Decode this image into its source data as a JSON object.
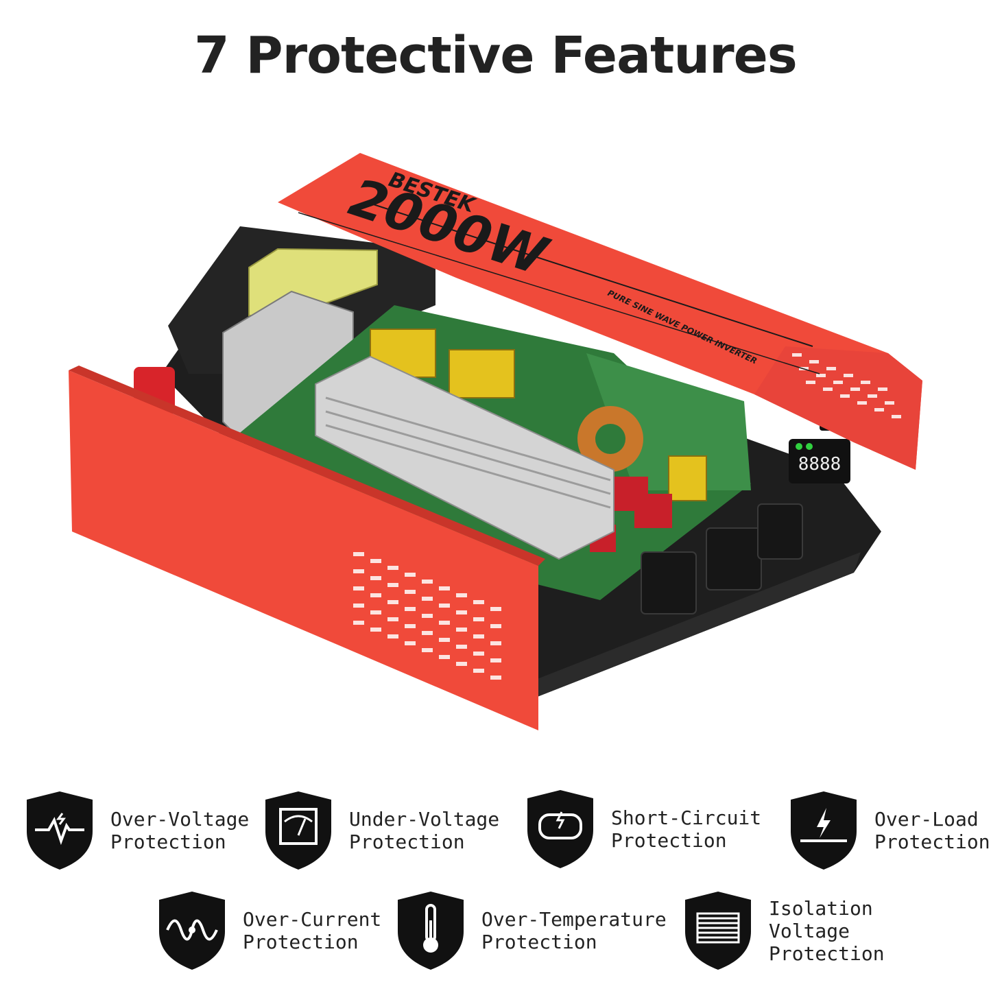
{
  "title": "7 Protective Features",
  "product": {
    "brand": "BESTEK",
    "power": "2000W",
    "subtitle": "PURE SINE WAVE POWER INVERTER",
    "display": "8888",
    "colors": {
      "shell": "#f04a3a",
      "shell_dark": "#c9352a",
      "base": "#1e1e1e",
      "pcb": "#2f7a3a"
    }
  },
  "features": [
    {
      "icon": "voltage-spike-icon",
      "line1": "Over-Voltage",
      "line2": "Protection"
    },
    {
      "icon": "voltmeter-icon",
      "line1": "Under-Voltage",
      "line2": "Protection"
    },
    {
      "icon": "short-circuit-battery-icon",
      "line1": "Short-Circuit",
      "line2": "Protection"
    },
    {
      "icon": "lightning-load-icon",
      "line1": "Over-Load",
      "line2": "Protection"
    },
    {
      "icon": "current-wave-icon",
      "line1": "Over-Current",
      "line2": "Protection"
    },
    {
      "icon": "thermometer-icon",
      "line1": "Over-Temperature",
      "line2": "Protection"
    },
    {
      "icon": "isolation-grid-icon",
      "line1": "Isolation",
      "line2": "Voltage",
      "line3": "Protection"
    }
  ]
}
